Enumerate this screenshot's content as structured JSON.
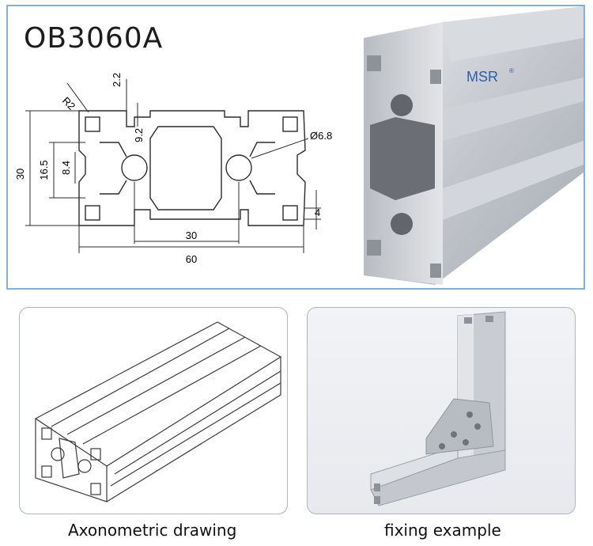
{
  "product": {
    "model": "OB3060A",
    "brand": "MSR",
    "brand_mark": "®"
  },
  "dimensions": {
    "radius": "R2",
    "slot_lip": "2.2",
    "slot_depth": "9.2",
    "hole_diameter": "Ø6.8",
    "height": "30",
    "inner_height": "16.5",
    "slot_width": "8.4",
    "center_distance": "30",
    "width": "60",
    "wall": "4"
  },
  "captions": {
    "axonometric": "Axonometric drawing",
    "fixing": "fixing example"
  },
  "colors": {
    "frame_border": "#7fb3dc",
    "drawing_line": "#2b2b2b",
    "aluminum": "#c8ccd2"
  }
}
